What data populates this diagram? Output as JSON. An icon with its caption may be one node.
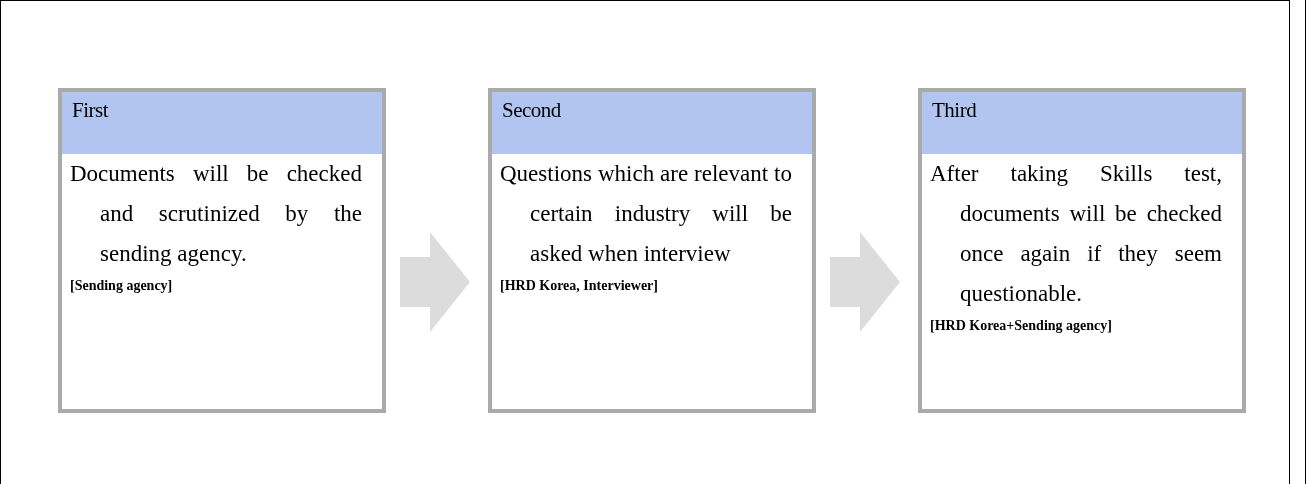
{
  "diagram": {
    "nodes": [
      {
        "text": [
          "First",
          "Documents will be checked and scrutinized by the sending agency.",
          "[Sending agency]"
        ]
      },
      {
        "text": [
          "Second",
          "Questions which are relevant to certain industry will be asked when interview",
          "[HRD Korea, Interviewer]"
        ]
      },
      {
        "text": [
          "Third",
          "After taking Skills test, documents will be checked once again if they seem questionable.",
          "[HRD Korea+Sending agency]"
        ]
      }
    ],
    "edges": [
      {
        "from": 0,
        "to": 1,
        "arrow": "to"
      },
      {
        "from": 1,
        "to": 2,
        "arrow": "to"
      }
    ]
  }
}
